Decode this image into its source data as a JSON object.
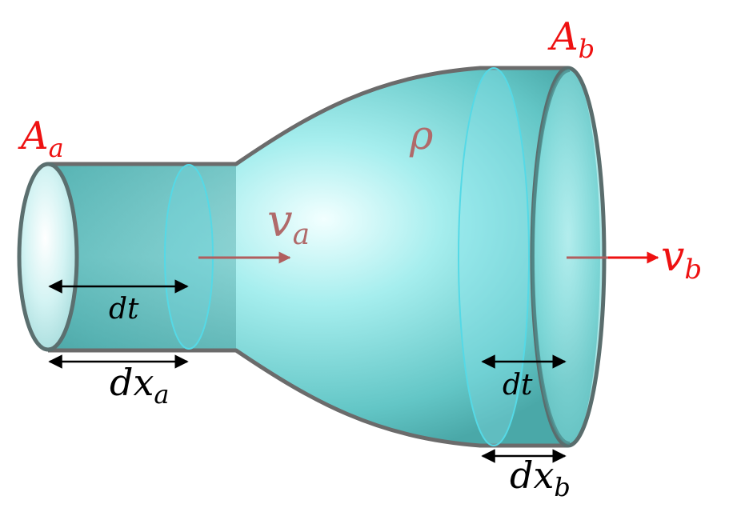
{
  "labels": {
    "area_a": {
      "main": "A",
      "sub": "a"
    },
    "area_b": {
      "main": "A",
      "sub": "b"
    },
    "density": "ρ",
    "velocity_a": {
      "main": "v",
      "sub": "a"
    },
    "velocity_b": {
      "main": "v",
      "sub": "b"
    },
    "dt_a": "dt",
    "dt_b": "dt",
    "dx_a": {
      "main": "dx",
      "sub": "a"
    },
    "dx_b": {
      "main": "dx",
      "sub": "b"
    }
  },
  "colors": {
    "fluid": "#7fd6d6",
    "fluid_highlight": "#e6ffff",
    "outline": "#6b6b6b",
    "inner_ellipse": "#55d9e6",
    "label_red": "#ee1111",
    "density_label": "#b06a6a",
    "arrow_velocity": "#b05e5e",
    "arrow_red": "#ee1111",
    "dimension_black": "#000000"
  }
}
